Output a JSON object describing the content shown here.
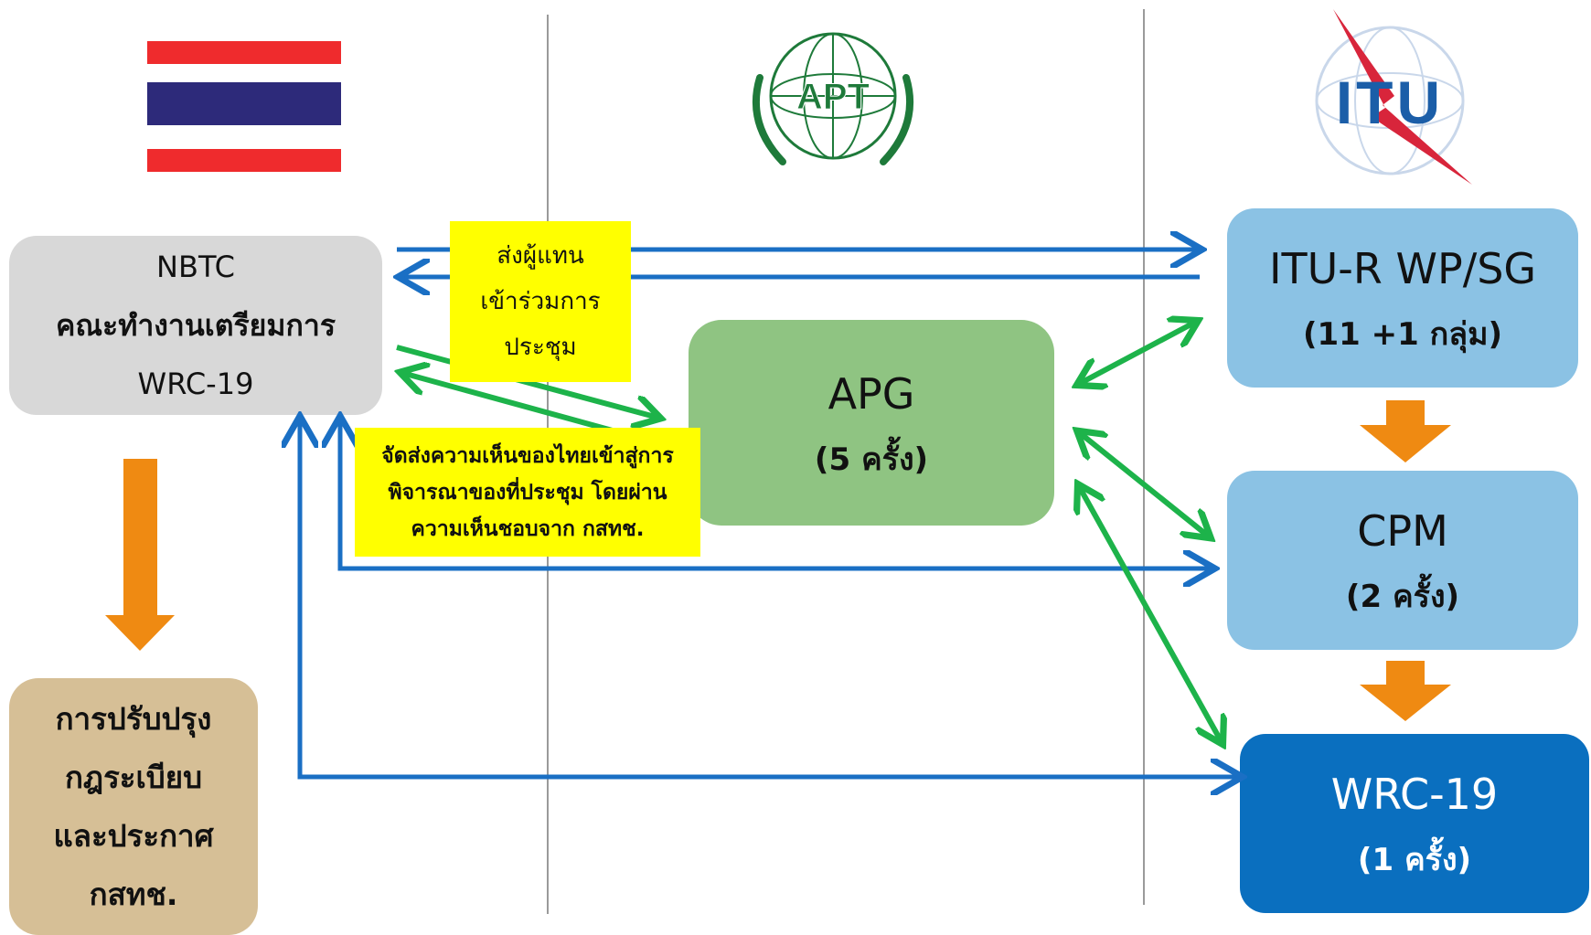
{
  "logos": {
    "apt_text": "APT",
    "itu_text": "ITU"
  },
  "nbtc": {
    "line1": "NBTC",
    "line2": "คณะทำงานเตรียมการ",
    "line3": "WRC-19"
  },
  "regulations": {
    "line1": "การปรับปรุง",
    "line2": "กฎระเบียบ",
    "line3": "และประกาศ",
    "line4": "กสทช."
  },
  "apg": {
    "title": "APG",
    "count": "(5 ครั้ง)"
  },
  "itur": {
    "title": "ITU-R WP/SG",
    "count": "(11 +1 กลุ่ม)"
  },
  "cpm": {
    "title": "CPM",
    "count": "(2 ครั้ง)"
  },
  "wrc": {
    "title": "WRC-19",
    "count": "(1 ครั้ง)"
  },
  "note_delegate": {
    "line1": "ส่งผู้แทน",
    "line2": "เข้าร่วมการ",
    "line3": "ประชุม"
  },
  "note_submit": {
    "line1": "จัดส่งความเห็นของไทยเข้าสู่การ",
    "line2": "พิจารณาของที่ประชุม โดยผ่าน",
    "line3": "ความเห็นชอบจาก กสทช."
  },
  "colors": {
    "blue_arrow": "#1a6fc4",
    "green_arrow": "#1db34a",
    "orange_arrow": "#ef8a12",
    "flag_red": "#ef2b2d",
    "flag_blue": "#2d2a7a",
    "apt_green": "#1e7a3a",
    "itu_blue": "#1b5ea8"
  }
}
